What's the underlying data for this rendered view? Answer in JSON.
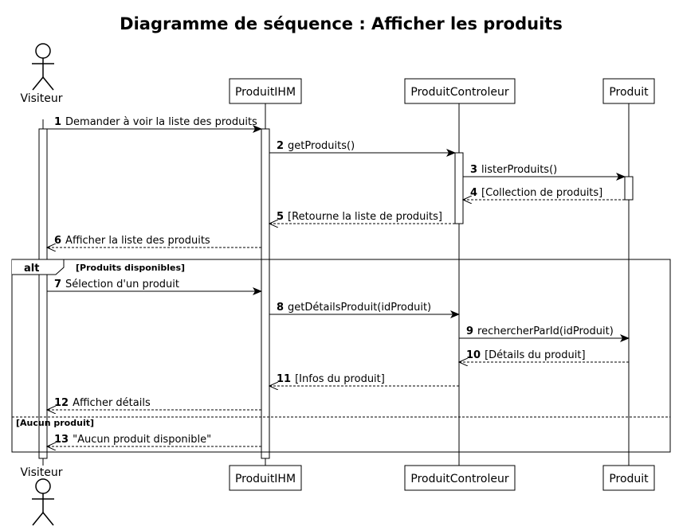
{
  "title": "Diagramme de séquence : Afficher les produits",
  "participants": [
    {
      "id": "visiteur",
      "name": "Visiteur",
      "kind": "actor"
    },
    {
      "id": "ihm",
      "name": "ProduitIHM",
      "kind": "box"
    },
    {
      "id": "ctrl",
      "name": "ProduitControleur",
      "kind": "box"
    },
    {
      "id": "produit",
      "name": "Produit",
      "kind": "box"
    }
  ],
  "messages": [
    {
      "num": "1",
      "label": "Demander à voir la liste des produits",
      "from": "visiteur",
      "to": "ihm",
      "style": "sync"
    },
    {
      "num": "2",
      "label": "getProduits()",
      "from": "ihm",
      "to": "ctrl",
      "style": "sync"
    },
    {
      "num": "3",
      "label": "listerProduits()",
      "from": "ctrl",
      "to": "produit",
      "style": "sync"
    },
    {
      "num": "4",
      "label": "[Collection de produits]",
      "from": "produit",
      "to": "ctrl",
      "style": "return"
    },
    {
      "num": "5",
      "label": "[Retourne la liste de produits]",
      "from": "ctrl",
      "to": "ihm",
      "style": "return"
    },
    {
      "num": "6",
      "label": "Afficher la liste des produits",
      "from": "ihm",
      "to": "visiteur",
      "style": "return"
    },
    {
      "num": "7",
      "label": "Sélection d'un produit",
      "from": "visiteur",
      "to": "ihm",
      "style": "sync"
    },
    {
      "num": "8",
      "label": "getDétailsProduit(idProduit)",
      "from": "ihm",
      "to": "ctrl",
      "style": "sync"
    },
    {
      "num": "9",
      "label": "rechercherParId(idProduit)",
      "from": "ctrl",
      "to": "produit",
      "style": "sync"
    },
    {
      "num": "10",
      "label": "[Détails du produit]",
      "from": "produit",
      "to": "ctrl",
      "style": "return"
    },
    {
      "num": "11",
      "label": "[Infos du produit]",
      "from": "ctrl",
      "to": "ihm",
      "style": "return"
    },
    {
      "num": "12",
      "label": "Afficher détails",
      "from": "ihm",
      "to": "visiteur",
      "style": "return"
    },
    {
      "num": "13",
      "label": "\"Aucun produit disponible\"",
      "from": "ihm",
      "to": "visiteur",
      "style": "return"
    }
  ],
  "alt_fragment": {
    "keyword": "alt",
    "guard1": "[Produits disponibles]",
    "guard2": "[Aucun produit]"
  }
}
